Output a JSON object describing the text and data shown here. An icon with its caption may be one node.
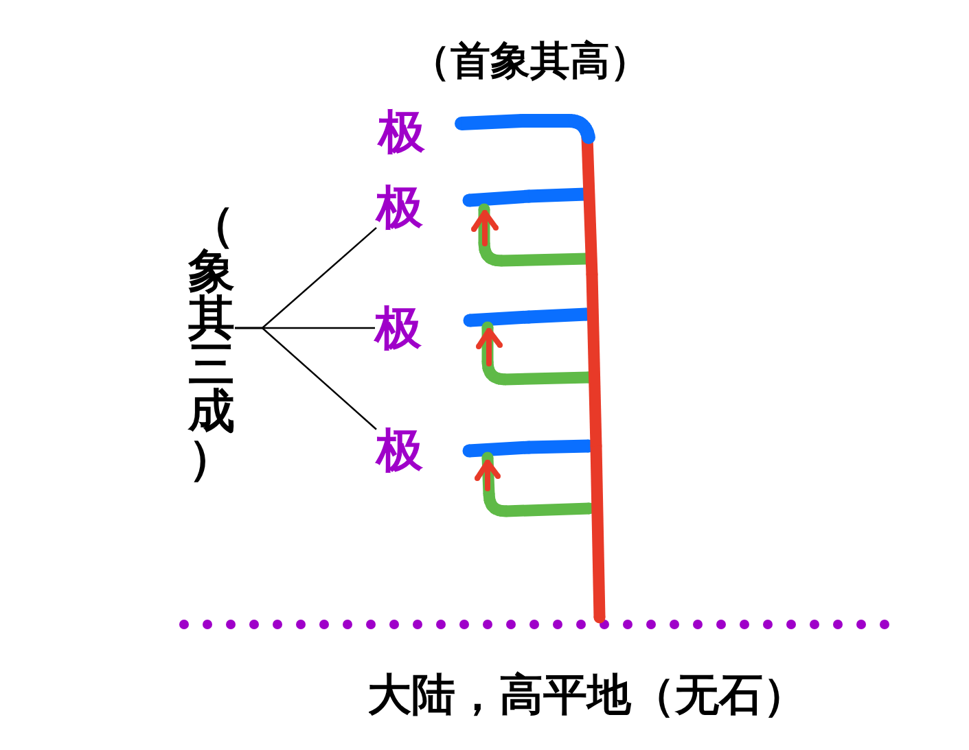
{
  "diagram": {
    "nodes": [
      {
        "text": [
          "（象其三成）"
        ]
      },
      {
        "text": [
          "极"
        ]
      },
      {
        "text": [
          "极"
        ]
      },
      {
        "text": [
          "极"
        ]
      }
    ],
    "edges": [
      {
        "from": 0,
        "to": 1,
        "arrow": "none"
      },
      {
        "from": 0,
        "to": 2,
        "arrow": "none"
      },
      {
        "from": 0,
        "to": 3,
        "arrow": "none"
      }
    ],
    "labels": [
      "（首象其高）",
      "极",
      "大陆，高平地（无石）"
    ]
  }
}
